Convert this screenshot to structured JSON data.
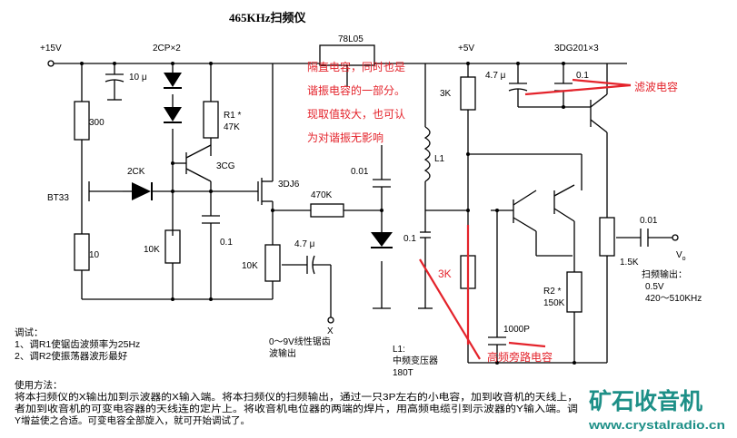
{
  "title": "465KHz扫频仪",
  "components": {
    "supply_15v": "+15V",
    "diodes_2cp": "2CP×2",
    "cap_10u": "10 μ",
    "r_300": "300",
    "ujt": "BT33",
    "r_10": "10",
    "diode_2ck": "2CK",
    "r1": "R1 *",
    "r1_val": "47K",
    "q_3cg": "3CG",
    "r_10k_a": "10K",
    "cap_01_a": "0.1",
    "fet": "3DJ6",
    "r_470k": "470K",
    "pot_10k": "10K",
    "cap_47u_a": "4.7 μ",
    "x_label": "X",
    "sweep_out_1": "0～9V线性锯齿",
    "sweep_out_2": "波输出",
    "reg": "78L05",
    "cap_001_a": "0.01",
    "supply_5v": "+5V",
    "r_3k": "3K",
    "cap_47u_b": "4.7 μ",
    "q_3dg": "3DG201×3",
    "cap_01_b": "0.1",
    "coil_l1": "L1",
    "cap_01_c": "0.1",
    "r_3k_b": "3K",
    "cap_1000p": "1000P",
    "r2": "R2 *",
    "r2_val": "150K",
    "pot_15k": "1.5K",
    "cap_001_b": "0.01",
    "vo": "V",
    "vo_sub": "o",
    "out_title": "扫频输出：",
    "out_amp": "0.5V",
    "out_freq": "420～510KHz",
    "l1_note_1": "L1:",
    "l1_note_2": "中频变压器",
    "l1_note_3": "180T"
  },
  "annotations": {
    "a1_line1": "隔直电容，同时也是",
    "a1_line2": "谐振电容的一部分。",
    "a1_line3": "现取值较大，也可认",
    "a1_line4": "为对谐振无影响",
    "a2": "滤波电容",
    "a3": "高频旁路电容"
  },
  "tuning": {
    "heading": "调试：",
    "step1": "1、调R1使锯齿波频率为25Hz",
    "step2": "2、调R2使振荡器波形最好"
  },
  "usage": {
    "heading": "使用方法：",
    "line1": "将本扫频仪的X输出加到示波器的X输入端。将本扫频仪的扫频输出，通过一只3P左右的小电容，加到收音机的天线上，",
    "line2": "者加到收音机的可变电容器的天线连的定片上。将收音机电位器的两端的焊片，用高频电缆引到示波器的Y输入端。调",
    "line3": "Y增益使之合适。可变电容全部旋入，就可开始调试了。"
  },
  "watermark": {
    "brand": "矿石收音机",
    "url": "www.crystalradio.cn"
  },
  "colors": {
    "annotation": "#e4232b",
    "brand": "#1d8f87"
  }
}
